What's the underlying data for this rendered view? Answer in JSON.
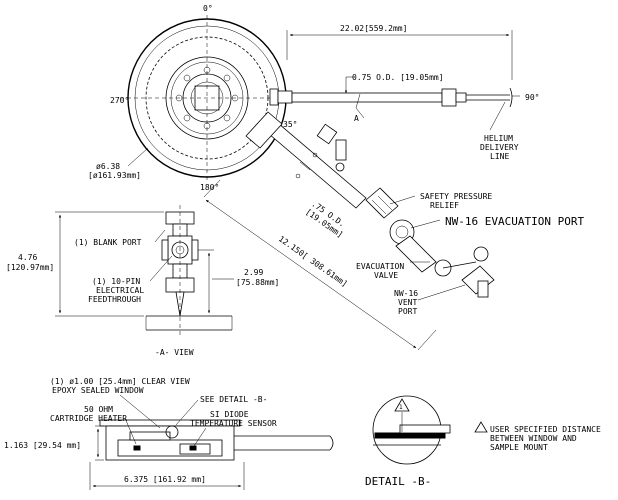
{
  "top_view": {
    "angle_0": "0°",
    "angle_90": "90°",
    "angle_180": "180°",
    "angle_270": "270°",
    "angle_35": "35°",
    "dim_overall_length": "22.02[559.2mm]",
    "dim_tube_od": "0.75 O.D. [19.05mm]",
    "dim_diameter_line1": "ø6.38",
    "dim_diameter_line2": "[ø161.93mm]",
    "dim_arm_length": "12.150[ 308.61mm]",
    "dim_arm_od_line1": ".75 O.D.",
    "dim_arm_od_line2": "[19.05mm]",
    "section_marker": "A",
    "helium_line1": "HELIUM",
    "helium_line2": "DELIVERY",
    "helium_line3": "LINE",
    "safety_line1": "SAFETY PRESSURE",
    "safety_line2": "RELIEF",
    "evacuation_port": "NW-16 EVACUATION PORT",
    "evac_valve_line1": "EVACUATION",
    "evac_valve_line2": "VALVE",
    "vent_line1": "NW-16",
    "vent_line2": "VENT",
    "vent_line3": "PORT"
  },
  "view_a": {
    "blank_port": "(1) BLANK PORT",
    "dim_height_line1": "4.76",
    "dim_height_line2": "[120.97mm]",
    "feed_line1": "(1) 10-PIN",
    "feed_line2": "ELECTRICAL",
    "feed_line3": "FEEDTHROUGH",
    "dim_offset_line1": "2.99",
    "dim_offset_line2": "[75.88mm]",
    "title": "-A- VIEW"
  },
  "side_view": {
    "window_line1": "(1) ø1.00 [25.4mm] CLEAR VIEW",
    "window_line2": "EPOXY SEALED WINDOW",
    "see_detail": "SEE DETAIL -B-",
    "heater_line1": "50 OHM",
    "heater_line2": "CARTRIDGE HEATER",
    "diode_line1": "SI DIODE",
    "diode_line2": "TEMPERATURE SENSOR",
    "dim_height": "1.163 [29.54 mm]",
    "dim_width": "6.375 [161.92 mm]"
  },
  "detail_b": {
    "warning_mark": "1",
    "note_line1": "USER SPECIFIED DISTANCE",
    "note_line2": "BETWEEN WINDOW AND",
    "note_line3": "SAMPLE MOUNT",
    "title": "DETAIL -B-"
  }
}
